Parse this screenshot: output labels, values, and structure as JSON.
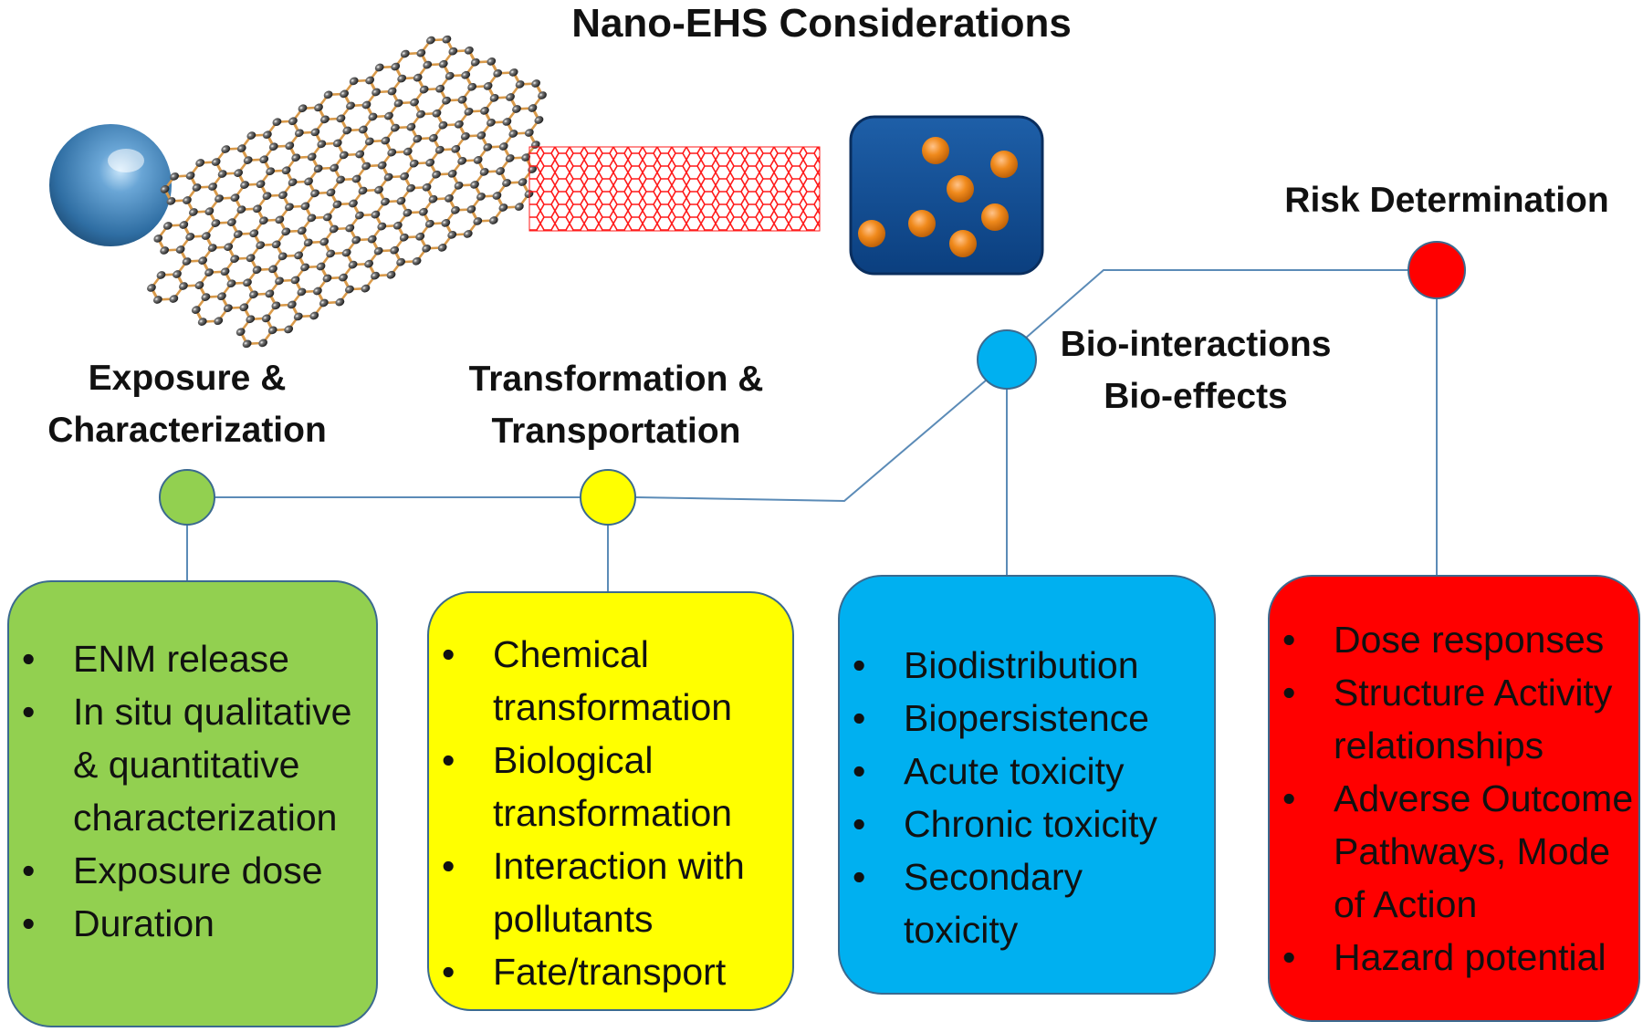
{
  "title": "Nano-EHS Considerations",
  "colors": {
    "exposure": "#92d050",
    "transformation": "#ffff00",
    "bio": "#00b0f0",
    "risk": "#ff0000",
    "connector": "#5b8bb7"
  },
  "icons": [
    "nanosphere-icon",
    "graphene-sheet-icon",
    "carbon-nanotube-icon",
    "nanoparticle-suspension-icon"
  ],
  "stages": [
    {
      "id": "exposure",
      "label_lines": [
        "Exposure &",
        "Characterization"
      ],
      "items": [
        [
          "ENM release"
        ],
        [
          "In situ qualitative",
          "& quantitative",
          "characterization"
        ],
        [
          "Exposure dose"
        ],
        [
          "Duration"
        ]
      ]
    },
    {
      "id": "transformation",
      "label_lines": [
        "Transformation &",
        "Transportation"
      ],
      "items": [
        [
          "Chemical",
          "transformation"
        ],
        [
          "Biological",
          "transformation"
        ],
        [
          "Interaction with",
          "pollutants"
        ],
        [
          "Fate/transport"
        ]
      ]
    },
    {
      "id": "bio",
      "label_lines": [
        "Bio-interactions",
        "Bio-effects"
      ],
      "items": [
        [
          "Biodistribution"
        ],
        [
          "Biopersistence"
        ],
        [
          "Acute toxicity"
        ],
        [
          "Chronic toxicity"
        ],
        [
          "Secondary",
          "toxicity"
        ]
      ]
    },
    {
      "id": "risk",
      "label_lines": [
        "Risk Determination"
      ],
      "items": [
        [
          "Dose responses"
        ],
        [
          "Structure Activity",
          "relationships"
        ],
        [
          "Adverse Outcome",
          "Pathways, Mode",
          "of Action"
        ],
        [
          "Hazard potential"
        ]
      ]
    }
  ]
}
